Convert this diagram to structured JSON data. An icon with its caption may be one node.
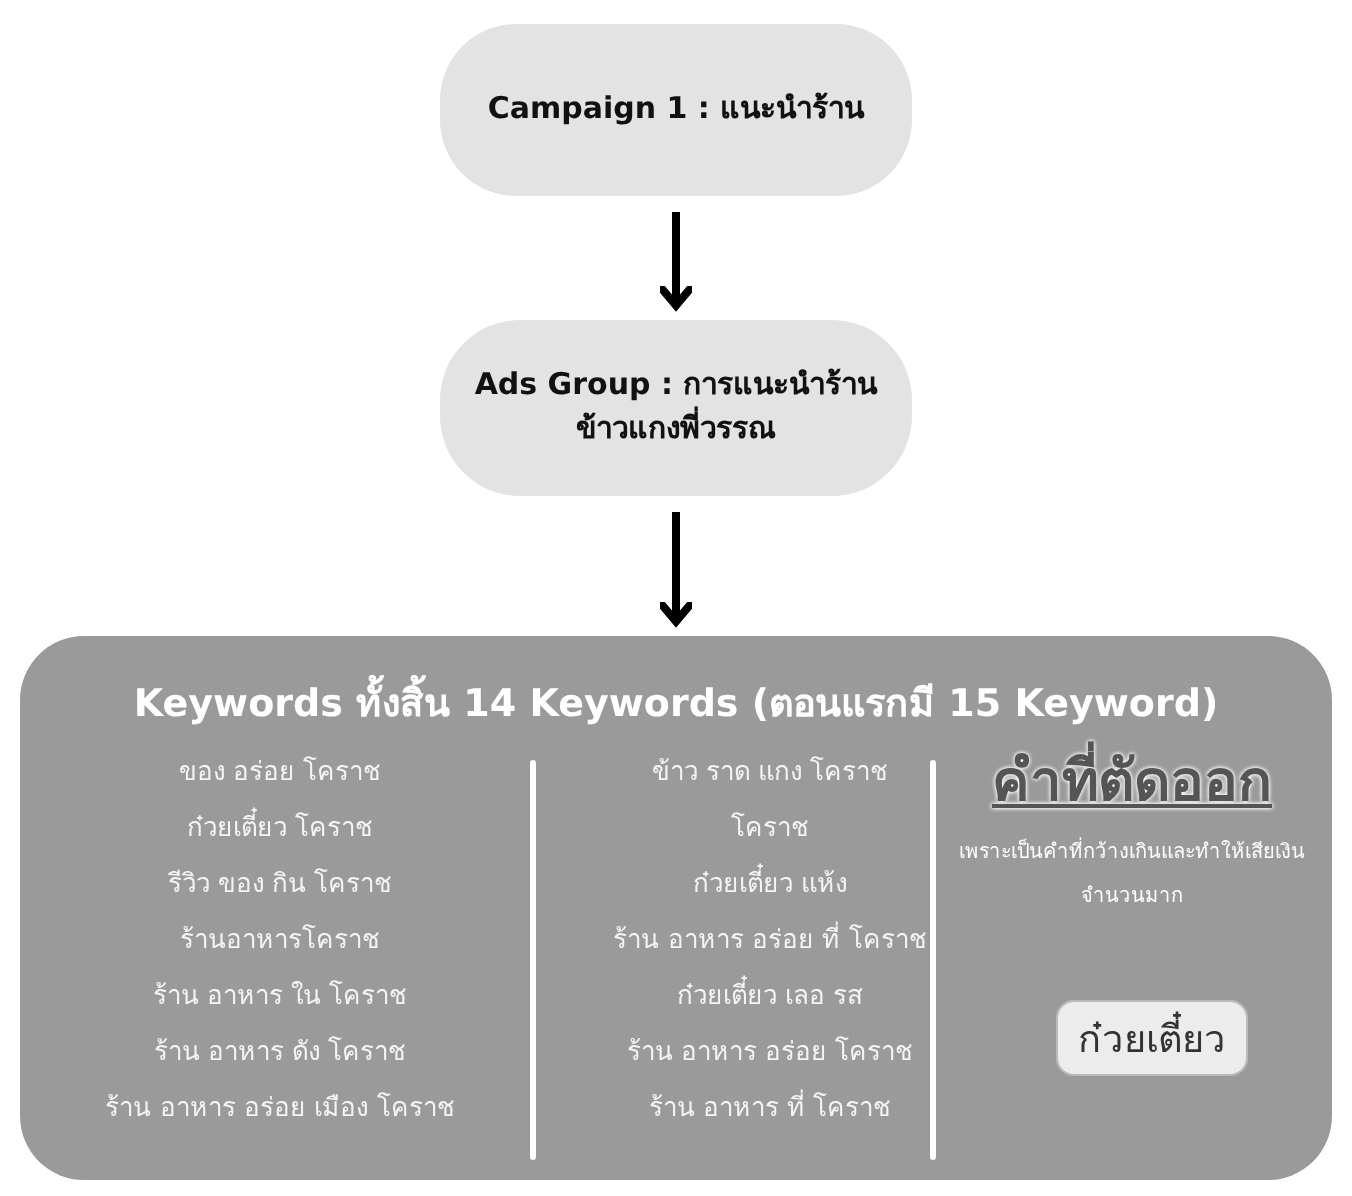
{
  "diagram": {
    "nodes": [
      {
        "text": [
          "Campaign 1 : แนะนำร้าน"
        ]
      },
      {
        "text": [
          "Ads Group : การแนะนำร้านข้าวแกงพี่วรรณ"
        ]
      },
      {
        "text": [
          "Keywords ทั้งสิ้น 14 Keywords (ตอนแรกมี 15 Keyword)"
        ]
      },
      {
        "text": [
          "ก๋วยเตี๋ยว"
        ],
        "in": 2
      }
    ],
    "edges": [
      {
        "from": 0,
        "to": 1,
        "arrow": "to"
      },
      {
        "from": 1,
        "to": 2,
        "arrow": "to"
      }
    ],
    "labels": [
      "ของ อร่อย โคราช",
      "ก๋วยเตี๋ยว โคราช",
      "รีวิว ของ กิน โคราช",
      "ร้านอาหารโคราช",
      "ร้าน อาหาร ใน โคราช",
      "ร้าน อาหาร ดัง โคราช",
      "ร้าน อาหาร อร่อย เมือง โคราช",
      "ข้าว ราด แกง โคราช",
      "โคราช",
      "ก๋วยเตี๋ยว แห้ง",
      "ร้าน อาหาร อร่อย ที่ โคราช",
      "ก๋วยเตี๋ยว เลอ รส",
      "ร้าน อาหาร อร่อย โคราช",
      "ร้าน อาหาร ที่ โคราช",
      "คำที่ตัดออก",
      "เพราะเป็นคำที่กว้างเกินและทำให้เสียเงินจำนวนมาก"
    ]
  }
}
